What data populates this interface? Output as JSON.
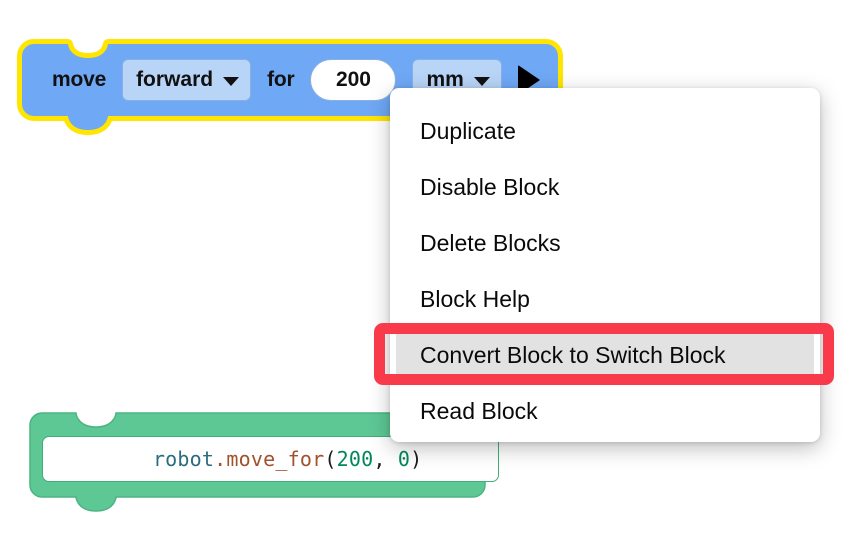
{
  "app": {
    "background_color": "#ffffff",
    "description": "Visual block programming editor with right-click context menu"
  },
  "blocks": [
    {
      "id": "move-block",
      "type": "motion-block",
      "selected": true,
      "selection_color": "#ffe500",
      "fill_color": "#6fa8f5",
      "field_color": "#b8d4f7",
      "fields": {
        "label_start": "move",
        "direction_value": "forward",
        "direction_icon": "chevron-down-icon",
        "label_middle": "for",
        "distance_value": "200",
        "unit_value": "mm",
        "unit_icon": "chevron-down-icon",
        "run_icon": "play-triangle-icon"
      }
    },
    {
      "id": "code-block",
      "type": "python-code-block",
      "selected": false,
      "fill_color": "#5ec894",
      "code": {
        "object": "robot",
        "dot": ".",
        "function": "move_for",
        "open_paren": "(",
        "arg1": "200",
        "comma": ", ",
        "arg2": "0",
        "close_paren": ")",
        "full_text": "robot.move_for(200, 0)"
      }
    }
  ],
  "context_menu": {
    "visible": true,
    "highlight_color": "#f83a4b",
    "items": [
      {
        "label": "Duplicate",
        "highlighted": false
      },
      {
        "label": "Disable Block",
        "highlighted": false
      },
      {
        "label": "Delete Blocks",
        "highlighted": false
      },
      {
        "label": "Block Help",
        "highlighted": false
      },
      {
        "label": "Convert Block to Switch Block",
        "highlighted": true
      },
      {
        "label": "Read Block",
        "highlighted": false
      }
    ]
  }
}
